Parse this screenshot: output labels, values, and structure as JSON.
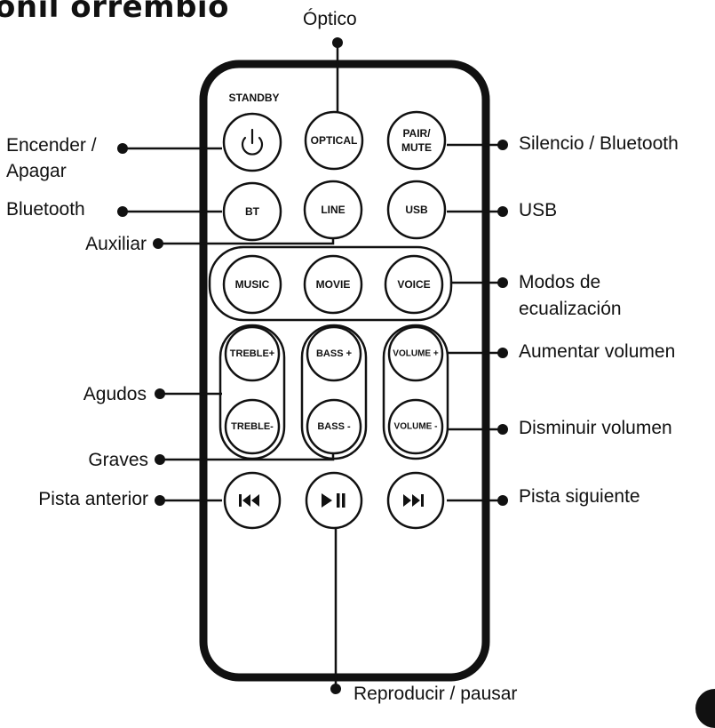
{
  "title": "onil orrembio",
  "remote": {
    "standby_label": "STANDBY",
    "buttons": {
      "optical": "OPTICAL",
      "pair_mute_1": "PAIR/",
      "pair_mute_2": "MUTE",
      "bt": "BT",
      "line": "LINE",
      "usb": "USB",
      "music": "MUSIC",
      "movie": "MOVIE",
      "voice": "VOICE",
      "treble_plus": "TREBLE+",
      "treble_minus": "TREBLE-",
      "bass_plus": "BASS +",
      "bass_minus": "BASS -",
      "volume_plus": "VOLUME +",
      "volume_minus": "VOLUME -"
    },
    "icons": [
      "power-icon",
      "previous-track-icon",
      "play-pause-icon",
      "next-track-icon"
    ]
  },
  "callouts": {
    "optico": "Óptico",
    "encender_1": "Encender /",
    "encender_2": "Apagar",
    "bluetooth": "Bluetooth",
    "auxiliar": "Auxiliar",
    "agudos": "Agudos",
    "graves": "Graves",
    "pista_anterior": "Pista anterior",
    "silencio_bluetooth": "Silencio / Bluetooth",
    "usb": "USB",
    "modos_1": "Modos de",
    "modos_2": "ecualización",
    "aumentar_volumen": "Aumentar volumen",
    "disminuir_volumen": "Disminuir volumen",
    "pista_siguiente": "Pista siguiente",
    "reproducir_pausar": "Reproducir / pausar"
  },
  "colors": {
    "ink": "#111111",
    "background": "#ffffff"
  }
}
